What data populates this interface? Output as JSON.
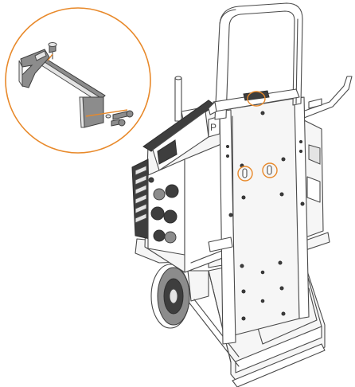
{
  "colors": {
    "accent": "#E8892A",
    "line": "#4A4A4A",
    "dark_part": "#3E3E3E",
    "background": "#FFFFFF"
  },
  "callouts": [
    {
      "name": "detail-inset-circle",
      "description_shape": "circle"
    },
    {
      "name": "handle-mount-highlight",
      "description_shape": "ellipse"
    },
    {
      "name": "frame-slot-left-highlight",
      "description_shape": "circle"
    },
    {
      "name": "frame-slot-right-highlight",
      "description_shape": "circle"
    }
  ],
  "detail_parts": [
    "bracket",
    "screw",
    "washer",
    "bolt"
  ]
}
